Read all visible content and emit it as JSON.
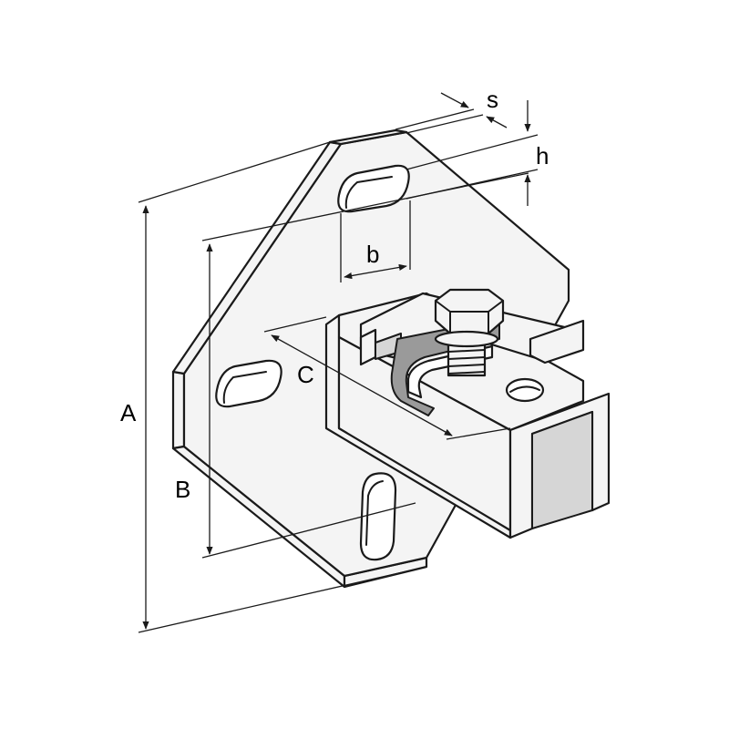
{
  "figure": {
    "dimension_labels": {
      "A": "A",
      "B": "B",
      "C": "C",
      "b": "b",
      "h": "h",
      "s": "s"
    }
  }
}
